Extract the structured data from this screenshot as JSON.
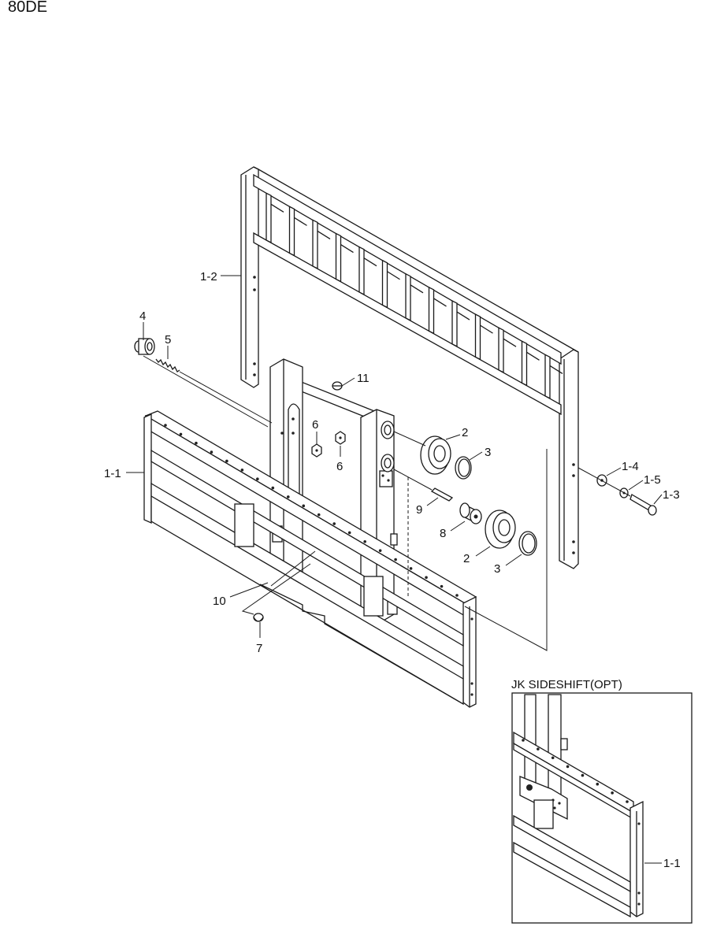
{
  "header": {
    "model_code": "80DE"
  },
  "inset": {
    "title": "JK SIDESHIFT(OPT)"
  },
  "callouts": {
    "c1_2": "1-2",
    "c1_1": "1-1",
    "c4": "4",
    "c5": "5",
    "c11": "11",
    "c6a": "6",
    "c6b": "6",
    "c2a": "2",
    "c3a": "3",
    "c9": "9",
    "c8": "8",
    "c2b": "2",
    "c3b": "3",
    "c1_4": "1-4",
    "c1_5": "1-5",
    "c1_3": "1-3",
    "c10": "10",
    "c7": "7",
    "c1_1_inset": "1-1"
  }
}
